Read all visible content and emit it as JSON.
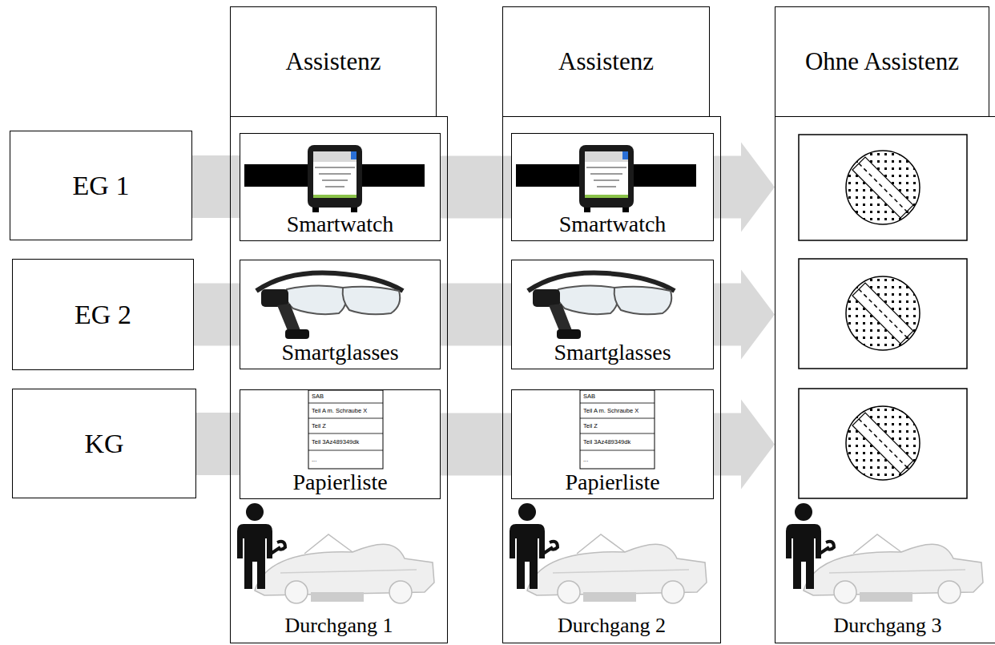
{
  "diagram": {
    "nodes": [
      {
        "text": [
          "EG 1"
        ]
      },
      {
        "text": [
          "EG 2"
        ]
      },
      {
        "text": [
          "KG"
        ]
      },
      {
        "text": [
          "Assistenz"
        ]
      },
      {
        "text": [
          "Durchgang 1"
        ]
      },
      {
        "text": [
          "Smartwatch"
        ],
        "in": 4
      },
      {
        "text": [
          "Smartglasses"
        ],
        "in": 4
      },
      {
        "text": [
          "Papierliste"
        ],
        "in": 4
      },
      {
        "text": [
          "Assistenz"
        ]
      },
      {
        "text": [
          "Durchgang 2"
        ]
      },
      {
        "text": [
          "Smartwatch"
        ],
        "in": 9
      },
      {
        "text": [
          "Smartglasses"
        ],
        "in": 9
      },
      {
        "text": [
          "Papierliste"
        ],
        "in": 9
      },
      {
        "text": [
          "Ohne Assistenz"
        ]
      },
      {
        "text": [
          "Durchgang 3"
        ]
      }
    ],
    "edges": [
      {
        "from": 0,
        "to": 5,
        "arrow": "none"
      },
      {
        "from": 5,
        "to": 10,
        "arrow": "none"
      },
      {
        "from": 10,
        "to": 14,
        "arrow": "to"
      },
      {
        "from": 1,
        "to": 6,
        "arrow": "none"
      },
      {
        "from": 6,
        "to": 11,
        "arrow": "none"
      },
      {
        "from": 11,
        "to": 14,
        "arrow": "to"
      },
      {
        "from": 2,
        "to": 7,
        "arrow": "none"
      },
      {
        "from": 7,
        "to": 12,
        "arrow": "none"
      },
      {
        "from": 12,
        "to": 14,
        "arrow": "to"
      }
    ],
    "labels": [
      "SAB",
      "Teil A m. Schraube X",
      "Teil Z",
      "Teil 3Az489349dk",
      "...",
      "SAB",
      "Teil A m. Schraube X",
      "Teil Z",
      "Teil 3Az489349dk",
      "..."
    ]
  }
}
